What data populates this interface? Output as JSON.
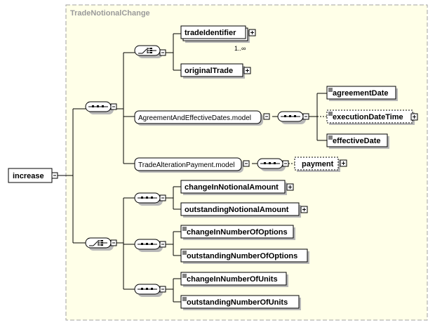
{
  "group": {
    "title": "TradeNotionalChange"
  },
  "root": {
    "label": "increase"
  },
  "elements": {
    "tradeIdentifier": {
      "label": "tradeIdentifier",
      "cardinality": "1..∞"
    },
    "originalTrade": {
      "label": "originalTrade"
    },
    "agreementDate": {
      "label": "agreementDate"
    },
    "executionDateTime": {
      "label": "executionDateTime"
    },
    "effectiveDate": {
      "label": "effectiveDate"
    },
    "payment": {
      "label": "payment"
    },
    "changeInNotionalAmount": {
      "label": "changeInNotionalAmount"
    },
    "outstandingNotionalAmount": {
      "label": "outstandingNotionalAmount"
    },
    "changeInNumberOfOptions": {
      "label": "changeInNumberOfOptions"
    },
    "outstandingNumberOfOptions": {
      "label": "outstandingNumberOfOptions"
    },
    "changeInNumberOfUnits": {
      "label": "changeInNumberOfUnits"
    },
    "outstandingNumberOfUnits": {
      "label": "outstandingNumberOfUnits"
    }
  },
  "models": {
    "agreementAndEffectiveDates": {
      "label": "AgreementAndEffectiveDates.model"
    },
    "tradeAlterationPayment": {
      "label": "TradeAlterationPayment.model"
    }
  },
  "colors": {
    "line": "#000000",
    "group_border": "#a0a0a0",
    "group_fill": "#ffffe8",
    "box_fill": "#ffffff",
    "shadow": "#b8b8b8"
  }
}
